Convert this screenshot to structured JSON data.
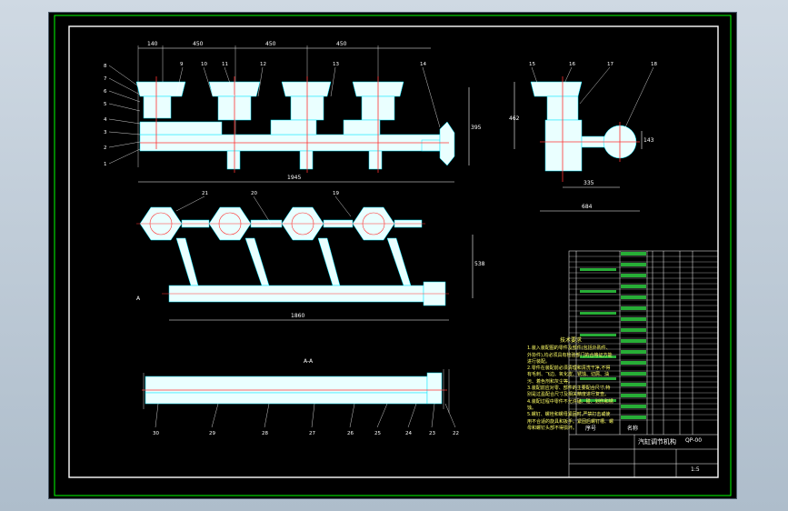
{
  "drawing": {
    "dims_top": [
      "140",
      "450",
      "450",
      "450"
    ],
    "dim_total": "1945",
    "dim_height_front": "395",
    "dim_side_height": "462",
    "dim_side_small": "143",
    "dim_side_w1": "335",
    "dim_side_w2": "684",
    "dim_plan_total": "1860",
    "dim_plan_height": "538",
    "section_label": "A-A",
    "view_marker": "A",
    "balloons_front_left": [
      "8",
      "7",
      "6",
      "5",
      "4",
      "3",
      "2",
      "1"
    ],
    "balloons_front_top": [
      "9",
      "10",
      "11",
      "12",
      "13",
      "14"
    ],
    "balloons_side": [
      "15",
      "16",
      "17",
      "18"
    ],
    "balloons_plan": [
      "21",
      "20",
      "19"
    ],
    "balloons_section": [
      "30",
      "29",
      "28",
      "27",
      "26",
      "25",
      "24",
      "23",
      "22"
    ]
  },
  "tech_notes": {
    "title": "技术要求",
    "items": [
      "1.装入装配图的零件及部件(包括外购件、外协件),均必须具有检验部门的合格证方能进行装配。",
      "2.零件在装配前必须清理和清洗干净,不得有毛刺、飞边、氧化皮、锈蚀、切屑、油污、着色剂和灰尘等。",
      "3.装配前应对零、部件的主要配合尺寸,特别是过盈配合尺寸及相关精度进行复查。",
      "4.装配过程中零件不允许磕、碰、划伤和锈蚀。",
      "5.螺钉、螺栓和螺母紧固时,严禁打击或使用不合适的旋具和扳手。紧固后螺钉槽、螺母和螺钉头部不得损坏。"
    ]
  },
  "title_block": {
    "drawing_name": "汽缸调节机构",
    "drawing_no": "QP-00",
    "row_label_no": "序号",
    "row_label_name": "名称",
    "scale": "1:5"
  }
}
